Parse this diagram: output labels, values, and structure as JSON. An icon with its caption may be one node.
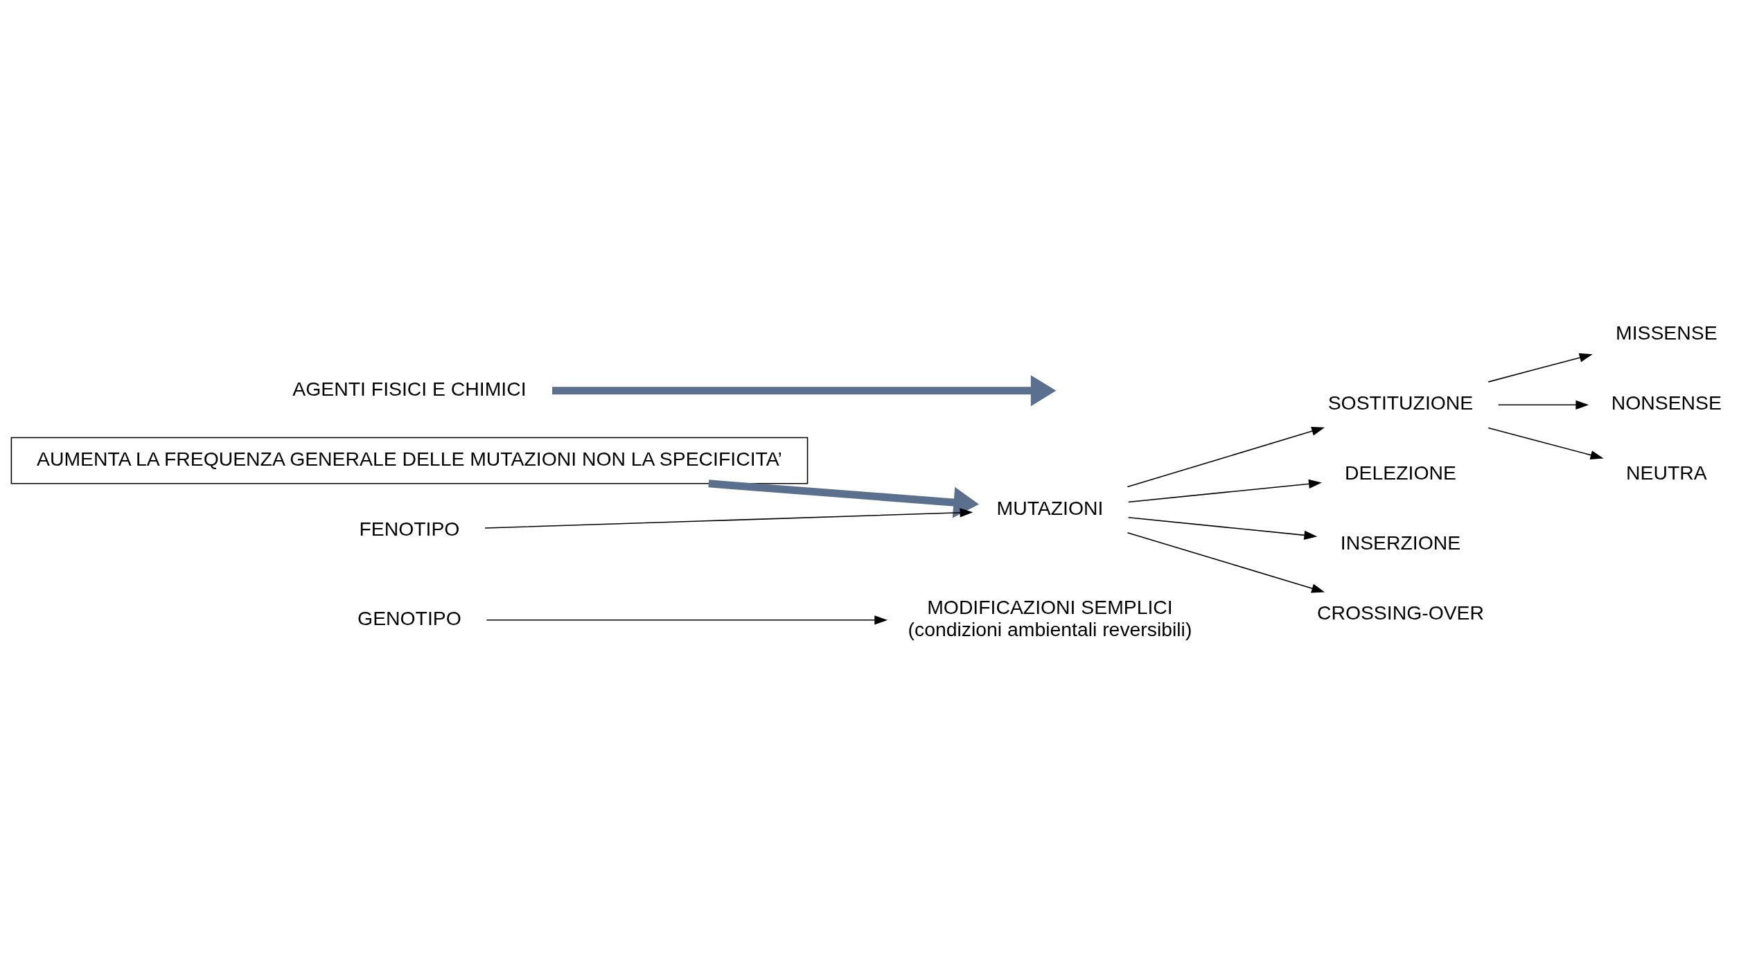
{
  "diagram": {
    "nodes": [
      {
        "text": [
          "GENOTIPO"
        ]
      },
      {
        "text": [
          "MODIFICAZIONI SEMPLICI",
          "(condizioni ambientali reversibili)"
        ]
      },
      {
        "text": [
          "AUMENTA LA FREQUENZA GENERALE DELLE MUTAZIONI NON LA SPECIFICITA’"
        ]
      },
      {
        "text": [
          "FENOTIPO"
        ]
      },
      {
        "text": [
          "MUTAZIONI"
        ]
      },
      {
        "text": [
          "SOSTITUZIONE"
        ]
      },
      {
        "text": [
          "DELEZIONE"
        ]
      },
      {
        "text": [
          "INSERZIONE"
        ]
      },
      {
        "text": [
          "CROSSING-OVER"
        ]
      },
      {
        "text": [
          "MISSENSE"
        ]
      },
      {
        "text": [
          "NONSENSE"
        ]
      },
      {
        "text": [
          "NEUTRA"
        ]
      },
      {
        "text": [
          "AGENTI FISICI E CHIMICI"
        ]
      }
    ],
    "edges": [
      {
        "from": 0,
        "to": 1,
        "arrow": "to"
      },
      {
        "from": 2,
        "to": 4,
        "arrow": "to",
        "style": "thick",
        "color": "#5b6f8e"
      },
      {
        "from": 3,
        "to": 4,
        "arrow": "to"
      },
      {
        "from": 12,
        "to": null,
        "arrow": "to",
        "style": "thick",
        "color": "#5b6f8e"
      },
      {
        "from": 4,
        "to": 5,
        "arrow": "to"
      },
      {
        "from": 4,
        "to": 6,
        "arrow": "to"
      },
      {
        "from": 4,
        "to": 7,
        "arrow": "to"
      },
      {
        "from": 4,
        "to": 8,
        "arrow": "to"
      },
      {
        "from": 5,
        "to": 9,
        "arrow": "to"
      },
      {
        "from": 5,
        "to": 10,
        "arrow": "to"
      },
      {
        "from": 5,
        "to": 11,
        "arrow": "to"
      }
    ]
  }
}
